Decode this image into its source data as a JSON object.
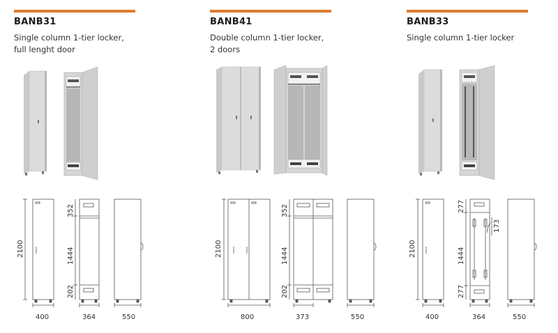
{
  "accent_color": "#e07b2c",
  "products": [
    {
      "code": "BANB31",
      "description": "Single column 1-tier locker,\nfull lenght door",
      "dims": {
        "height": "2100",
        "top": "352",
        "middle": "1444",
        "bottom": "202",
        "width_front": "400",
        "width_inner": "364",
        "depth": "550"
      }
    },
    {
      "code": "BANB41",
      "description": "Double column 1-tier locker,\n2 doors",
      "dims": {
        "height": "2100",
        "top": "352",
        "middle": "1444",
        "bottom": "202",
        "width_front": "800",
        "width_inner": "373",
        "depth": "550"
      }
    },
    {
      "code": "BANB33",
      "description": "Single column 1-tier locker",
      "dims": {
        "height": "2100",
        "top": "277",
        "middle": "1444",
        "bottom": "277",
        "inner_hook": "173",
        "width_front": "400",
        "width_inner": "364",
        "depth": "550"
      }
    }
  ]
}
